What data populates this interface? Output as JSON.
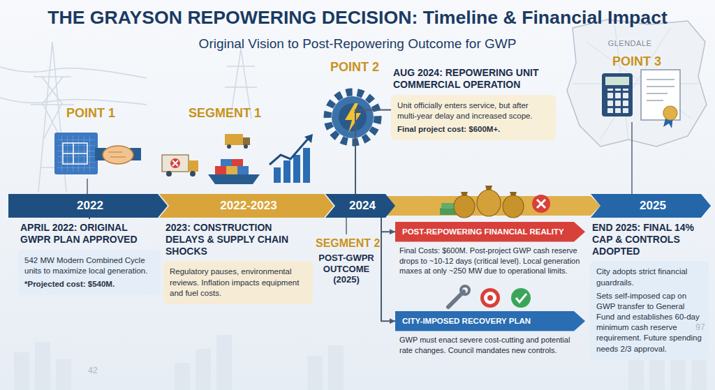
{
  "diagram": {
    "title": "THE GRAYSON REPOWERING DECISION: Timeline & Financial Impact",
    "caption": "Original Vision to Post-Repowering Outcome for GWP",
    "nodes": [
      {
        "text": [
          "2022"
        ]
      },
      {
        "text": [
          "2022-2023"
        ]
      },
      {
        "text": [
          "2024"
        ]
      },
      {
        "text": [
          "2025"
        ]
      },
      {
        "text": [
          "APRIL 2022: ORIGINAL GWPR PLAN APPROVED",
          "542 MW Modern Combined Cycle units to maximize local generation.",
          "*Projected cost: $540M."
        ]
      },
      {
        "text": [
          "2023: CONSTRUCTION DELAYS & SUPPLY CHAIN SHOCKS",
          "Regulatory pauses, environmental reviews. Inflation impacts equipment and fuel costs."
        ]
      },
      {
        "text": [
          "AUG 2024: REPOWERING UNIT COMMERCIAL OPERATION",
          "Unit officially enters service, but after multi-year delay and increased scope.",
          "Final project cost: $600M+."
        ]
      },
      {
        "text": [
          "POST-REPOWERING FINANCIAL REALITY",
          "Final Costs: $600M. Post-project GWP cash reserve drops to ~10-12 days (critical level). Local generation maxes at only ~250 MW due to operational limits."
        ]
      },
      {
        "text": [
          "CITY-IMPOSED RECOVERY PLAN",
          "GWP must enact severe cost-cutting and potential rate changes. Council mandates new controls."
        ]
      },
      {
        "text": [
          "END 2025: FINAL 14% CAP & CONTROLS ADOPTED",
          "City adopts strict financial guardrails.",
          "Sets self-imposed cap on GWP transfer to General Fund and establishes 60-day minimum cash reserve requirement. Future spending needs 2/3 approval."
        ]
      }
    ],
    "edges": [
      {
        "from": 0,
        "to": 4,
        "arrow": "none"
      },
      {
        "from": 2,
        "to": 6,
        "arrow": "none"
      },
      {
        "from": 2,
        "to": 7,
        "arrow": "to"
      },
      {
        "from": 2,
        "to": 8,
        "arrow": "to"
      }
    ],
    "labels": [
      "POINT 1",
      "SEGMENT 1",
      "POINT 2",
      "SEGMENT 2",
      "POST-GWPR OUTCOME (2025)",
      "POINT 3",
      "GLENDALE",
      "42",
      "97"
    ]
  }
}
